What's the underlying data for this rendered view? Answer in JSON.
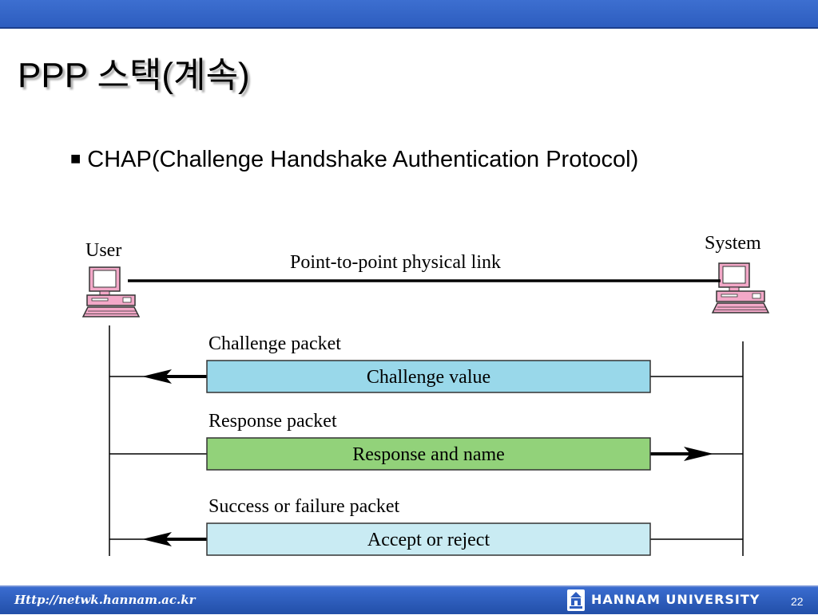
{
  "slide": {
    "title": "PPP 스택(계속)",
    "bullet_mark": "■",
    "bullet_text": "CHAP(Challenge Handshake Authentication Protocol)"
  },
  "diagram": {
    "user_label": "User",
    "system_label": "System",
    "link_label": "Point-to-point physical link",
    "packets": [
      {
        "caption": "Challenge packet",
        "content": "Challenge value",
        "direction": "system-to-user",
        "color": "#99d8ea"
      },
      {
        "caption": "Response packet",
        "content": "Response and name",
        "direction": "user-to-system",
        "color": "#92d27a"
      },
      {
        "caption": "Success or failure packet",
        "content": "Accept or reject",
        "direction": "system-to-user",
        "color": "#c9ebf3"
      }
    ]
  },
  "footer": {
    "url": "Http://netwk.hannam.ac.kr",
    "university": "HANNAM UNIVERSITY",
    "page_number": "22"
  },
  "colors": {
    "header_bar": "#2d5dbf",
    "computer_pink": "#f3a8c8"
  }
}
